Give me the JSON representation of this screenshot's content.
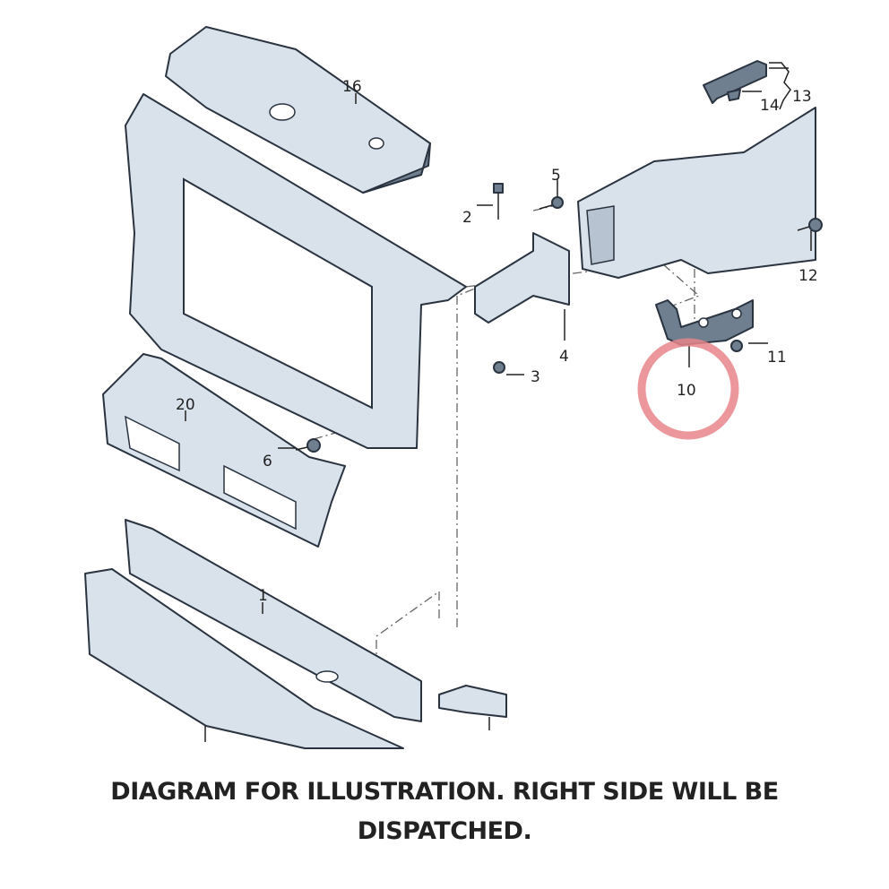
{
  "diagram": {
    "callouts": {
      "p1": "1",
      "p2": "2",
      "p3": "3",
      "p4": "4",
      "p5": "5",
      "p6": "6",
      "p10": "10",
      "p11": "11",
      "p12": "12",
      "p13": "13",
      "p14": "14",
      "p16": "16",
      "p20": "20"
    },
    "highlight_color": "#e8858a"
  },
  "caption": {
    "line1": "DIAGRAM FOR ILLUSTRATION. RIGHT SIDE WILL BE",
    "line2": "DISPATCHED."
  }
}
